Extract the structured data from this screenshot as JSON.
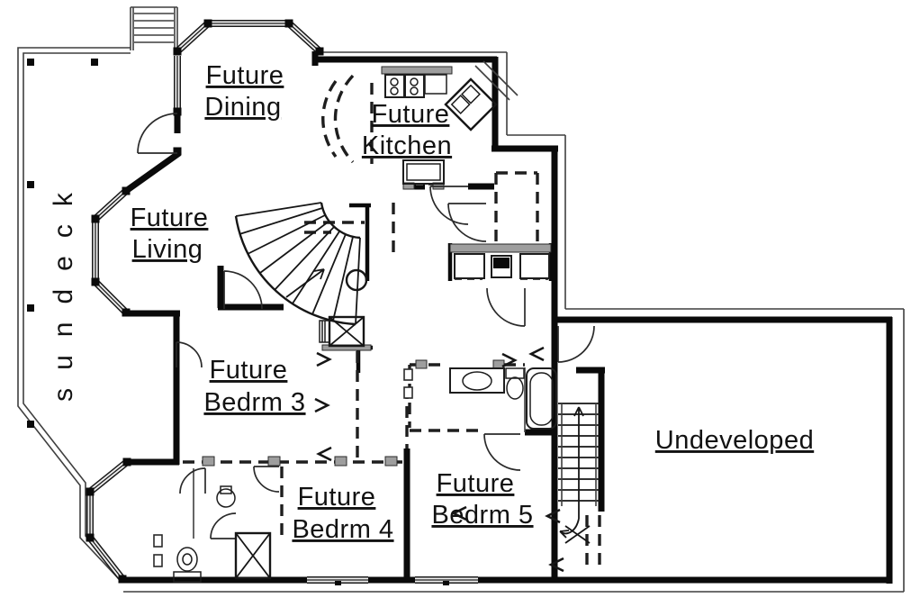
{
  "type": "architectural-floor-plan",
  "rooms": {
    "dining": {
      "line1": "Future",
      "line2": "Dining"
    },
    "kitchen": {
      "line1": "Future",
      "line2": "Kitchen"
    },
    "living": {
      "line1": "Future",
      "line2": "Living"
    },
    "bedrm3": {
      "line1": "Future",
      "line2": "Bedrm 3"
    },
    "bedrm4": {
      "line1": "Future",
      "line2": "Bedrm 4"
    },
    "bedrm5": {
      "line1": "Future",
      "line2": "Bedrm 5"
    },
    "undeveloped": {
      "line1": "Undeveloped"
    },
    "sundeck": {
      "line1": "sundeck"
    }
  },
  "colors": {
    "background": "#ffffff",
    "wall": "#0a0a0a",
    "thin_line": "#3f3f3f",
    "window_fill": "#ededed",
    "gray_fill": "#9e9e9e",
    "text": "#121212"
  }
}
